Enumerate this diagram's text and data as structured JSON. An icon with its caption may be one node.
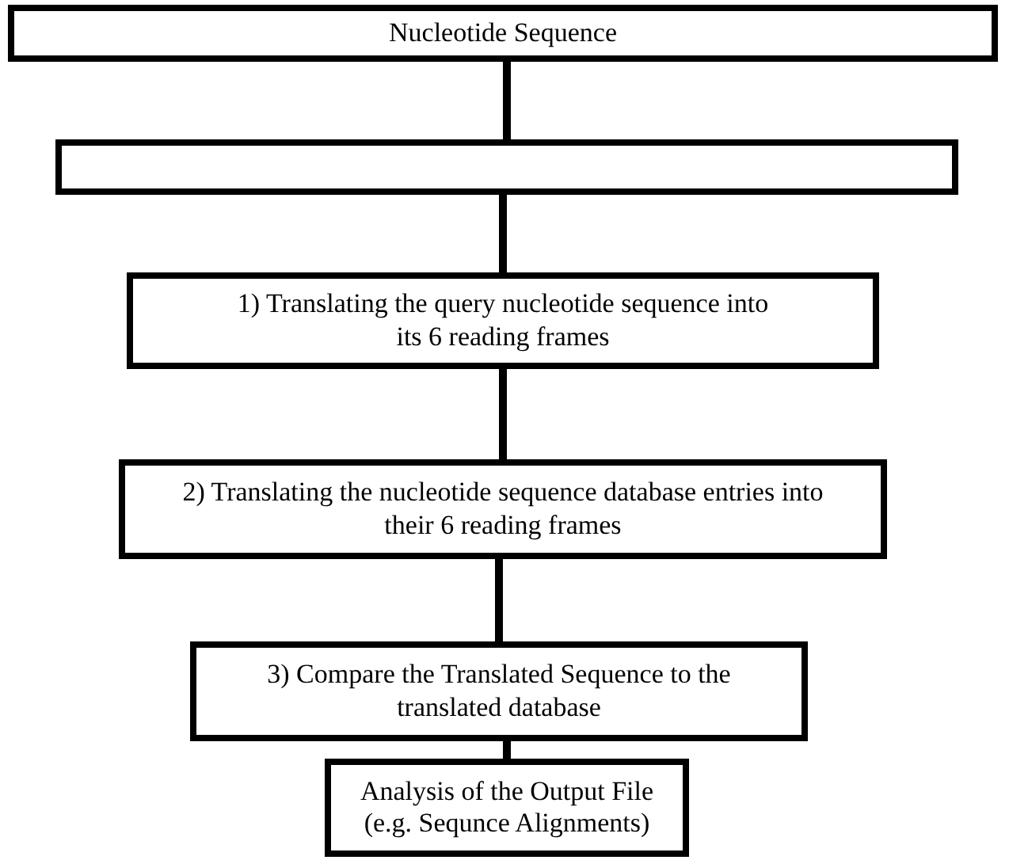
{
  "diagram": {
    "nodes": [
      {
        "text": [
          "Nucleotide Sequence"
        ]
      },
      {
        "text": [],
        "shape": "box"
      },
      {
        "text": [
          "1) Translating the query nucleotide sequence into its 6 reading frames"
        ]
      },
      {
        "text": [
          "2) Translating the nucleotide sequence database entries into their 6 reading frames"
        ]
      },
      {
        "text": [
          "3) Compare the Translated Sequence to the translated database"
        ]
      },
      {
        "text": [
          "Analysis of the Output File (e.g. Sequnce Alignments)"
        ]
      }
    ],
    "edges": [
      {
        "from": 0,
        "to": 1,
        "arrow": "none"
      },
      {
        "from": 1,
        "to": 2,
        "arrow": "none"
      },
      {
        "from": 2,
        "to": 3,
        "arrow": "none"
      },
      {
        "from": 3,
        "to": 4,
        "arrow": "none"
      },
      {
        "from": 4,
        "to": 5,
        "arrow": "none"
      }
    ]
  }
}
